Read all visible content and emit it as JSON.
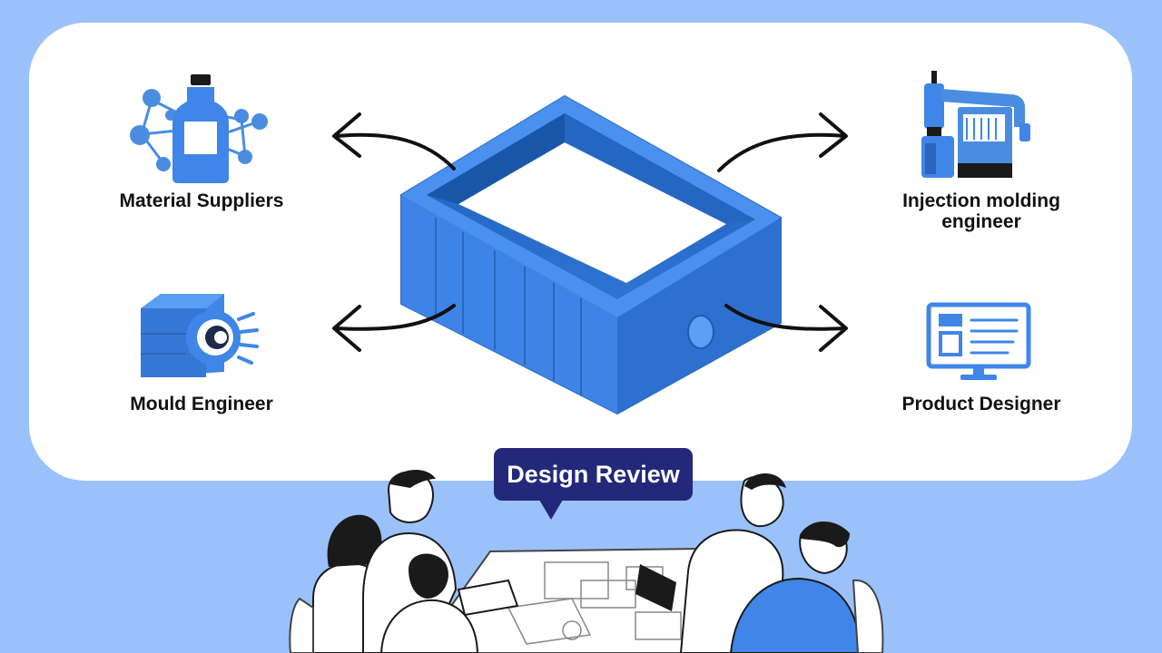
{
  "roles": {
    "material_suppliers": "Material Suppliers",
    "mould_engineer": "Mould Engineer",
    "injection_molding_engineer": [
      "Injection molding",
      "engineer"
    ],
    "product_designer": "Product Designer"
  },
  "callout": {
    "label": "Design Review"
  },
  "icons": {
    "material": "bottle-molecule-icon",
    "mould": "mould-block-icon",
    "injection": "injection-machine-icon",
    "product": "monitor-layout-icon"
  },
  "colors": {
    "background": "#9bc1fb",
    "part_blue": "#3f86e8",
    "callout_bg": "#24287a",
    "arrow": "#111111"
  }
}
